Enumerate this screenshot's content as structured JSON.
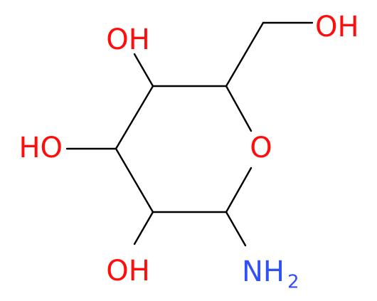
{
  "molecule": {
    "colors": {
      "bond": "#000000",
      "oxygen": "#ff0d0d",
      "nitrogen": "#3050f8"
    },
    "labels": {
      "oh_top": "OH",
      "oh_top_right": "OH",
      "oh_left": "HO",
      "ring_oxygen": "O",
      "oh_bottom": "OH",
      "amine_main": "NH",
      "amine_sub": "2"
    }
  }
}
